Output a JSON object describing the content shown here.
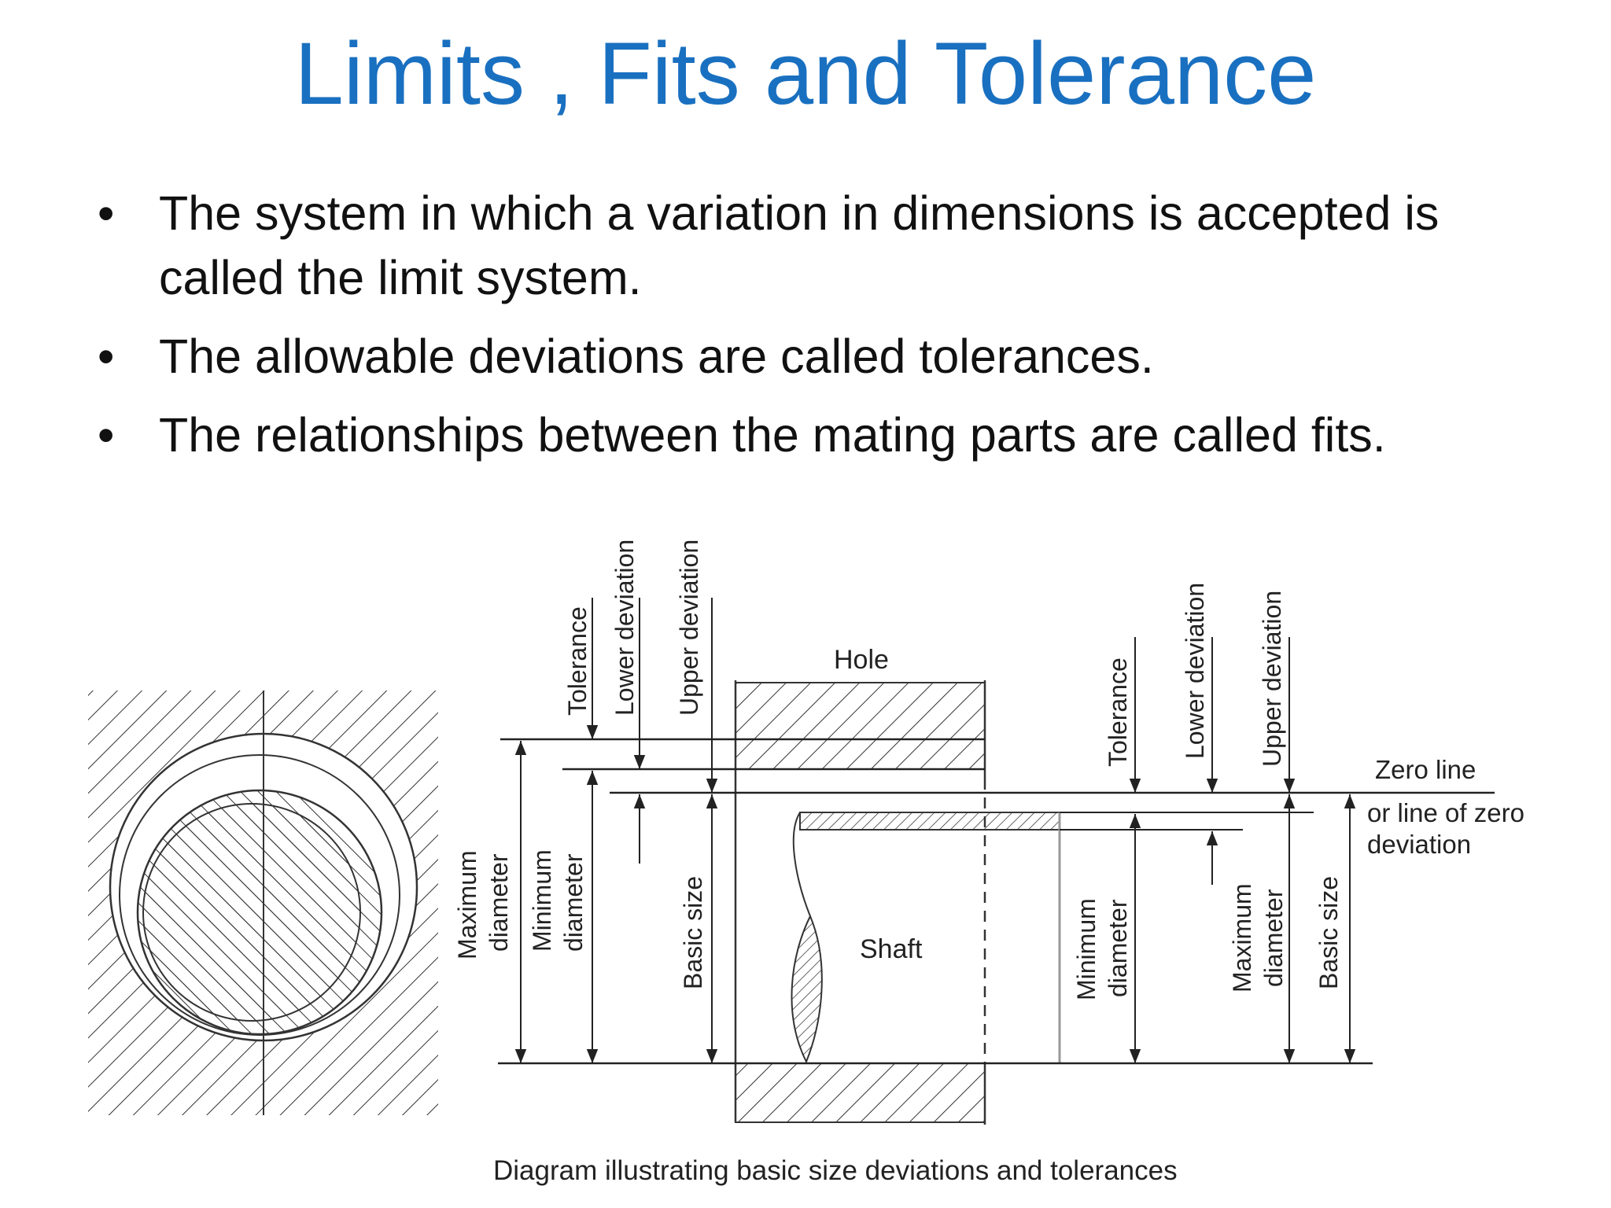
{
  "title": "Limits , Fits and Tolerance",
  "bullets": [
    "The system in which a variation in dimensions is accepted is called the limit system.",
    "The allowable deviations are called tolerances.",
    "The relationships between the mating parts are called fits."
  ],
  "diagram": {
    "hole_label": "Hole",
    "shaft_label": "Shaft",
    "zero_line": "Zero line",
    "zero_line_sub1": "or line of zero",
    "zero_line_sub2": "deviation",
    "hole_labels": {
      "tolerance": "Tolerance",
      "lower_deviation": "Lower deviation",
      "upper_deviation": "Upper deviation",
      "max_diameter_1": "Maximum",
      "max_diameter_2": "diameter",
      "min_diameter_1": "Minimum",
      "min_diameter_2": "diameter",
      "basic_size": "Basic size"
    },
    "shaft_labels": {
      "tolerance": "Tolerance",
      "lower_deviation": "Lower deviation",
      "upper_deviation": "Upper deviation",
      "min_diameter_1": "Minimum",
      "min_diameter_2": "diameter",
      "max_diameter_1": "Maximum",
      "max_diameter_2": "diameter",
      "basic_size": "Basic size"
    },
    "caption": "Diagram illustrating basic size deviations and tolerances"
  }
}
